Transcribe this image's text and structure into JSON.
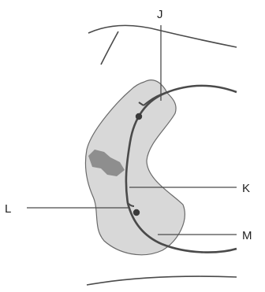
{
  "labels": {
    "j": "J",
    "k": "K",
    "l": "L",
    "m": "M"
  },
  "colors": {
    "line": "#4a4a4a",
    "region_fill": "#d8d8d8",
    "patch_fill": "#8e8e8e",
    "outline": "#6a6a6a",
    "text": "#222222"
  }
}
